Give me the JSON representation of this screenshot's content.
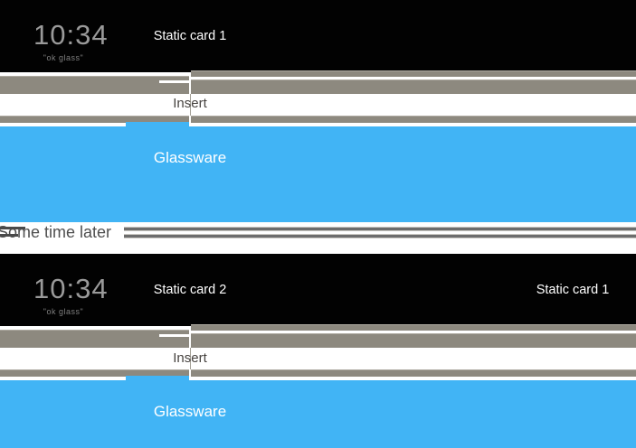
{
  "colors": {
    "card_black": "#020202",
    "bar_gray": "#8d897f",
    "glassware_blue": "#41b4f5",
    "clock_gray": "#9a9a9a",
    "divider_line_gray": "#6d6d6d",
    "insert_text": "#474340"
  },
  "timeline_before": {
    "home_card": {
      "clock": "10:34",
      "voice_hint": "\"ok glass\""
    },
    "card1_label": "Static card 1",
    "insert_label": "Insert",
    "glassware_label": "Glassware"
  },
  "divider": {
    "label": "Some time later"
  },
  "timeline_after": {
    "home_card": {
      "clock": "10:34",
      "voice_hint": "\"ok glass\""
    },
    "card1_label": "Static card 2",
    "card2_label": "Static card 1",
    "insert_label": "Insert",
    "glassware_label": "Glassware"
  }
}
